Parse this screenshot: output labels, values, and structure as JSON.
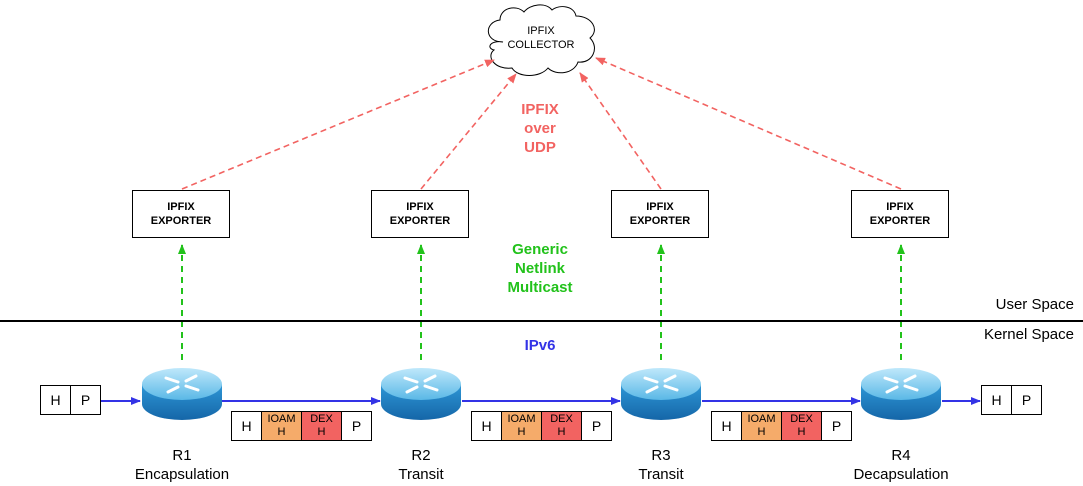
{
  "collector": {
    "line1": "IPFIX",
    "line2": "COLLECTOR"
  },
  "exporters": [
    {
      "line1": "IPFIX",
      "line2": "EXPORTER"
    },
    {
      "line1": "IPFIX",
      "line2": "EXPORTER"
    },
    {
      "line1": "IPFIX",
      "line2": "EXPORTER"
    },
    {
      "line1": "IPFIX",
      "line2": "EXPORTER"
    }
  ],
  "protocols": {
    "ipfix_udp": [
      "IPFIX",
      "over",
      "UDP"
    ],
    "netlink": [
      "Generic",
      "Netlink",
      "Multicast"
    ],
    "ipv6": "IPv6"
  },
  "spaces": {
    "user": "User Space",
    "kernel": "Kernel Space"
  },
  "routers": [
    {
      "name": "R1",
      "role": "Encapsulation"
    },
    {
      "name": "R2",
      "role": "Transit"
    },
    {
      "name": "R3",
      "role": "Transit"
    },
    {
      "name": "R4",
      "role": "Decapsulation"
    }
  ],
  "packets": {
    "plain": {
      "h": "H",
      "p": "P"
    },
    "encap": {
      "h": "H",
      "ioam_1": "IOAM",
      "ioam_2": "H",
      "dex_1": "DEX",
      "dex_2": "H",
      "p": "P"
    }
  },
  "colors": {
    "ipfix_udp": "#f26361",
    "netlink": "#22c21b",
    "ipv6": "#3333e6",
    "ioam": "#f5ab6a",
    "dex": "#f26361"
  },
  "icons": {
    "router": "router-icon",
    "cloud": "cloud-icon"
  }
}
